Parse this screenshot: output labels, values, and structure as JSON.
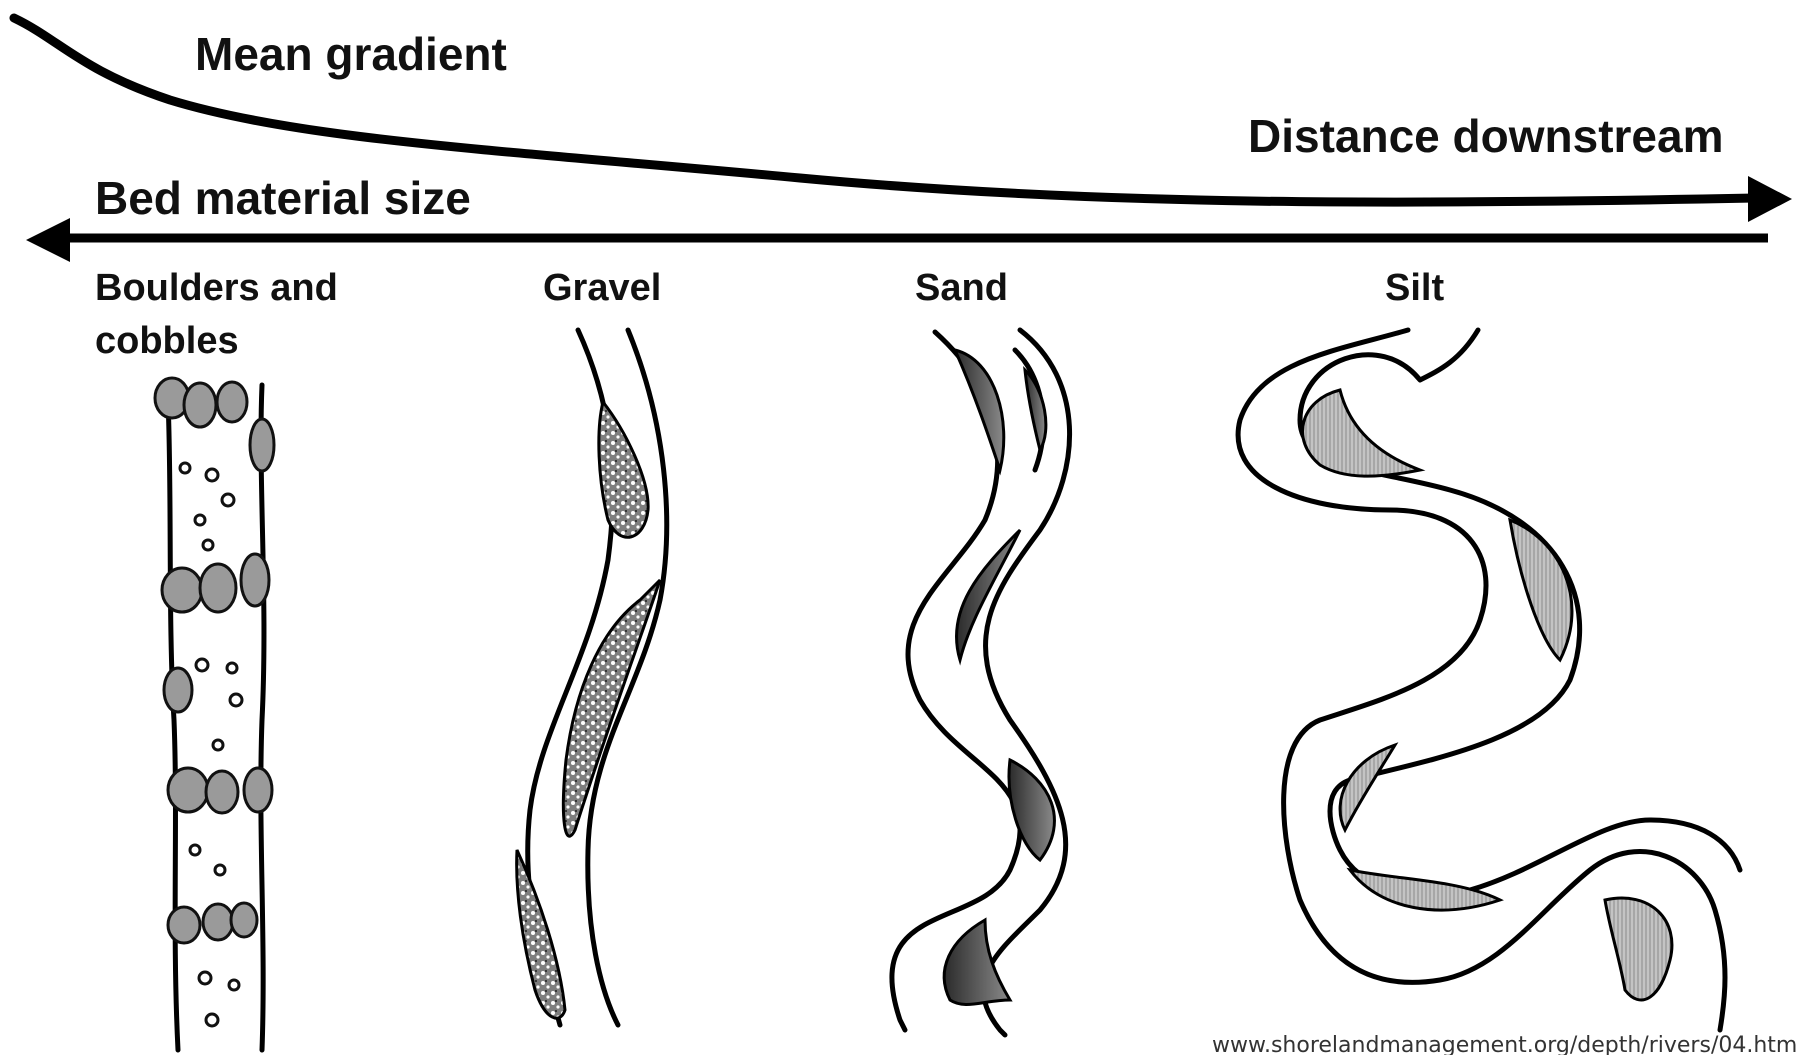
{
  "labels": {
    "mean_gradient": "Mean gradient",
    "distance_downstream": "Distance downstream",
    "bed_material_size": "Bed material size",
    "boulders_line1": "Boulders and",
    "boulders_line2": "cobbles",
    "gravel": "Gravel",
    "sand": "Sand",
    "silt": "Silt"
  },
  "source": "www.shorelandmanagement.org/depth/rivers/04.htm",
  "colors": {
    "ink": "#000000",
    "sand_bar": "#4a4a4a",
    "silt_bar": "#bdbdbd",
    "gravel_bar": "#8c8c8c",
    "boulder": "#9a9a9a"
  }
}
